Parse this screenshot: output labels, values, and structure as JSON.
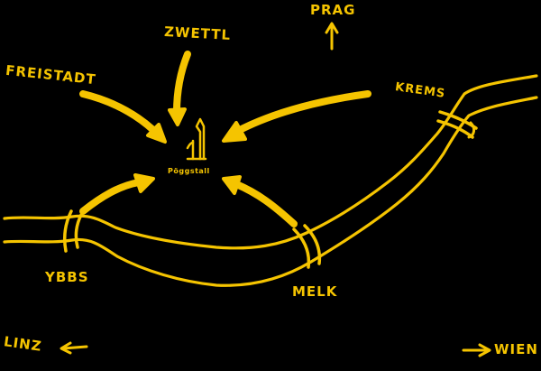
{
  "colors": {
    "background": "#000000",
    "ink": "#f5c400"
  },
  "labels": {
    "zwettl": "ZWETTL",
    "prag": "PRAG",
    "freistadt": "FREISTADT",
    "krems": "KREMS",
    "poggstall": "Pöggstall",
    "ybbs": "YBBS",
    "melk": "MELK",
    "linz": "LINZ",
    "wien": "WIEN"
  }
}
